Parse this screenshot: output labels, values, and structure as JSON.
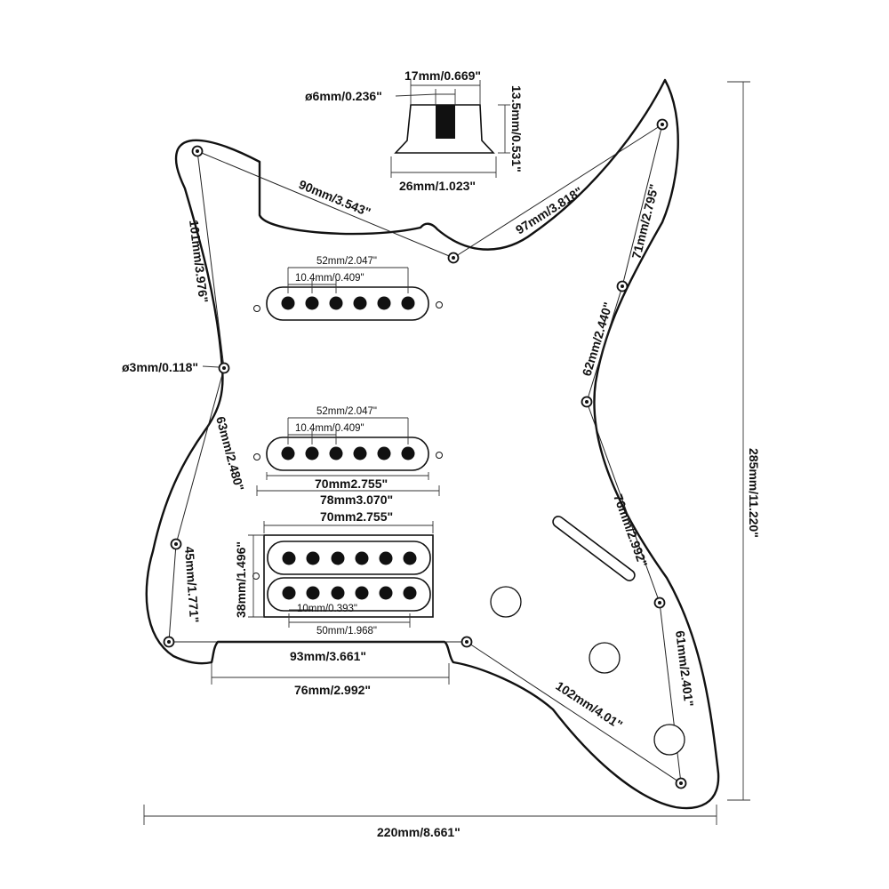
{
  "labels": {
    "knob_width": "17mm/0.669\"",
    "knob_shaft": "ø6mm/0.236\"",
    "knob_height": "13.5mm/0.531\"",
    "knob_base": "26mm/1.023\"",
    "screw_top_left_to_mid": "90mm/3.543\"",
    "screw_mid_to_top_right": "97mm/3.818\"",
    "screw_right_upper": "71mm/2.795\"",
    "screw_left_upper": "101mm/3.976\"",
    "screw_hole": "ø3mm/0.118\"",
    "neck_pickup_width": "52mm/2.047\"",
    "neck_pole_spacing": "10.4mm/0.409\"",
    "screw_right_mid": "62mm/2.440\"",
    "mid_pickup_width": "52mm/2.047\"",
    "mid_pole_spacing": "10.4mm/0.409\"",
    "screw_left_mid": "63mm/2.480\"",
    "mid_pickup_outer": "70mm2.755\"",
    "mid_pickup_screws": "78mm3.070\"",
    "hum_outer_width": "70mm2.755\"",
    "screw_right_lower": "76mm/2.992\"",
    "hum_height": "38mm/1.496\"",
    "screw_left_lower": "45mm/1.771\"",
    "hum_pole_spacing": "10mm/0.393\"",
    "hum_pole_span": "50mm/1.968\"",
    "bottom_screws": "93mm/3.661\"",
    "bottom_cutout": "76mm/2.992\"",
    "screw_right_bottom": "61mm/2.401\"",
    "screw_bottom_diag": "102mm/4.01\"",
    "overall_width": "220mm/8.661\"",
    "overall_height": "285mm/11.220\""
  }
}
